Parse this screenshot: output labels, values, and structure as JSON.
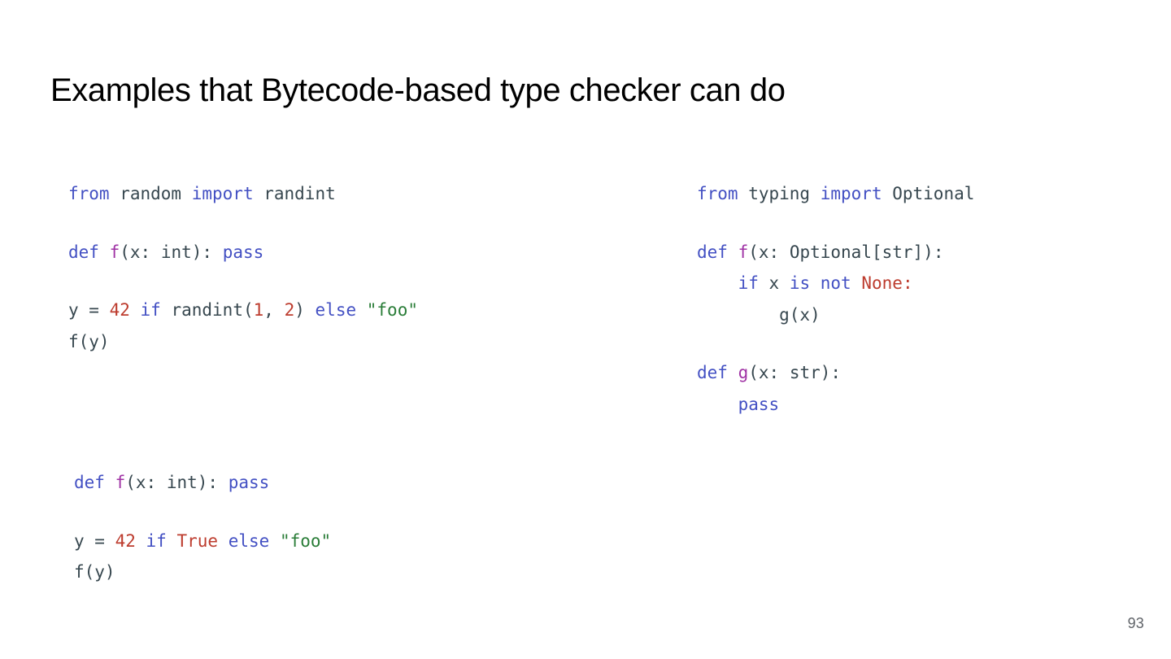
{
  "slide": {
    "title": "Examples that Bytecode-based type checker can do",
    "page_number": "93",
    "background_color": "#ffffff",
    "title_color": "#000000"
  },
  "syntax_colors": {
    "keyword": "#4350c3",
    "function_name": "#a033a5",
    "number": "#bd3c2e",
    "string": "#2a7d38",
    "constant": "#bd3c2e",
    "plain": "#37474f"
  },
  "code_blocks": [
    {
      "id": "code-top-left",
      "name": "top-left-code-sample",
      "plain_text": "from random import randint\n\ndef f(x: int): pass\n\ny = 42 if randint(1, 2) else \"foo\"\nf(y)",
      "lines": [
        {
          "tokens": [
            {
              "t": "from",
              "c": "kw"
            },
            {
              "t": " random ",
              "c": "plain"
            },
            {
              "t": "import",
              "c": "kw"
            },
            {
              "t": " randint",
              "c": "plain"
            }
          ]
        },
        {
          "blank": true
        },
        {
          "tokens": [
            {
              "t": "def",
              "c": "kw"
            },
            {
              "t": " ",
              "c": "plain"
            },
            {
              "t": "f",
              "c": "fn"
            },
            {
              "t": "(x: int): ",
              "c": "plain"
            },
            {
              "t": "pass",
              "c": "kw"
            }
          ]
        },
        {
          "blank": true
        },
        {
          "tokens": [
            {
              "t": "y = ",
              "c": "plain"
            },
            {
              "t": "42",
              "c": "num"
            },
            {
              "t": " ",
              "c": "plain"
            },
            {
              "t": "if",
              "c": "kw"
            },
            {
              "t": " randint(",
              "c": "plain"
            },
            {
              "t": "1",
              "c": "num"
            },
            {
              "t": ", ",
              "c": "plain"
            },
            {
              "t": "2",
              "c": "num"
            },
            {
              "t": ") ",
              "c": "plain"
            },
            {
              "t": "else",
              "c": "kw"
            },
            {
              "t": " ",
              "c": "plain"
            },
            {
              "t": "\"foo\"",
              "c": "str"
            }
          ]
        },
        {
          "tokens": [
            {
              "t": "f(y)",
              "c": "plain"
            }
          ]
        }
      ]
    },
    {
      "id": "code-bottom-left",
      "name": "bottom-left-code-sample",
      "plain_text": "def f(x: int): pass\n\ny = 42 if True else \"foo\"\nf(y)",
      "lines": [
        {
          "tokens": [
            {
              "t": "def",
              "c": "kw"
            },
            {
              "t": " ",
              "c": "plain"
            },
            {
              "t": "f",
              "c": "fn"
            },
            {
              "t": "(x: int): ",
              "c": "plain"
            },
            {
              "t": "pass",
              "c": "kw"
            }
          ]
        },
        {
          "blank": true
        },
        {
          "tokens": [
            {
              "t": "y = ",
              "c": "plain"
            },
            {
              "t": "42",
              "c": "num"
            },
            {
              "t": " ",
              "c": "plain"
            },
            {
              "t": "if",
              "c": "kw"
            },
            {
              "t": " ",
              "c": "plain"
            },
            {
              "t": "True",
              "c": "const"
            },
            {
              "t": " ",
              "c": "plain"
            },
            {
              "t": "else",
              "c": "kw"
            },
            {
              "t": " ",
              "c": "plain"
            },
            {
              "t": "\"foo\"",
              "c": "str"
            }
          ]
        },
        {
          "tokens": [
            {
              "t": "f(y)",
              "c": "plain"
            }
          ]
        }
      ]
    },
    {
      "id": "code-right",
      "name": "right-code-sample",
      "plain_text": "from typing import Optional\n\ndef f(x: Optional[str]):\n    if x is not None:\n        g(x)\n\ndef g(x: str):\n    pass",
      "lines": [
        {
          "tokens": [
            {
              "t": "from",
              "c": "kw"
            },
            {
              "t": " typing ",
              "c": "plain"
            },
            {
              "t": "import",
              "c": "kw"
            },
            {
              "t": " Optional",
              "c": "plain"
            }
          ]
        },
        {
          "blank": true
        },
        {
          "tokens": [
            {
              "t": "def",
              "c": "kw"
            },
            {
              "t": " ",
              "c": "plain"
            },
            {
              "t": "f",
              "c": "fn"
            },
            {
              "t": "(x: Optional[str]):",
              "c": "plain"
            }
          ]
        },
        {
          "tokens": [
            {
              "t": "    ",
              "c": "plain"
            },
            {
              "t": "if",
              "c": "kw"
            },
            {
              "t": " x ",
              "c": "plain"
            },
            {
              "t": "is",
              "c": "kw"
            },
            {
              "t": " ",
              "c": "plain"
            },
            {
              "t": "not",
              "c": "kw"
            },
            {
              "t": " ",
              "c": "plain"
            },
            {
              "t": "None",
              "c": "const"
            },
            {
              "t": ":",
              "c": "const"
            }
          ]
        },
        {
          "tokens": [
            {
              "t": "        g(x)",
              "c": "plain"
            }
          ]
        },
        {
          "blank": true
        },
        {
          "tokens": [
            {
              "t": "def",
              "c": "kw"
            },
            {
              "t": " ",
              "c": "plain"
            },
            {
              "t": "g",
              "c": "fn"
            },
            {
              "t": "(x: str):",
              "c": "plain"
            }
          ]
        },
        {
          "tokens": [
            {
              "t": "    ",
              "c": "plain"
            },
            {
              "t": "pass",
              "c": "kw"
            }
          ]
        }
      ]
    }
  ]
}
